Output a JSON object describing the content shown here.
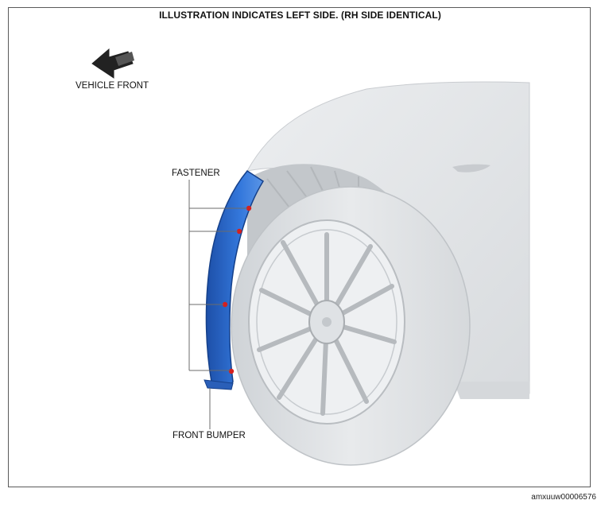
{
  "diagram": {
    "title": "ILLUSTRATION INDICATES LEFT SIDE. (RH SIDE IDENTICAL)",
    "direction_label": "VEHICLE FRONT",
    "callouts": {
      "fastener": "FASTENER",
      "front_bumper": "FRONT BUMPER"
    },
    "reference_code": "amxuuw00006576",
    "colors": {
      "highlight_part": "#2f6fd0",
      "fastener_marker": "#d42020",
      "vehicle_body": "#e4e6e8",
      "tire": "#dcdfe2",
      "leader_line": "#6b6b6b"
    },
    "fastener_count": 4
  }
}
